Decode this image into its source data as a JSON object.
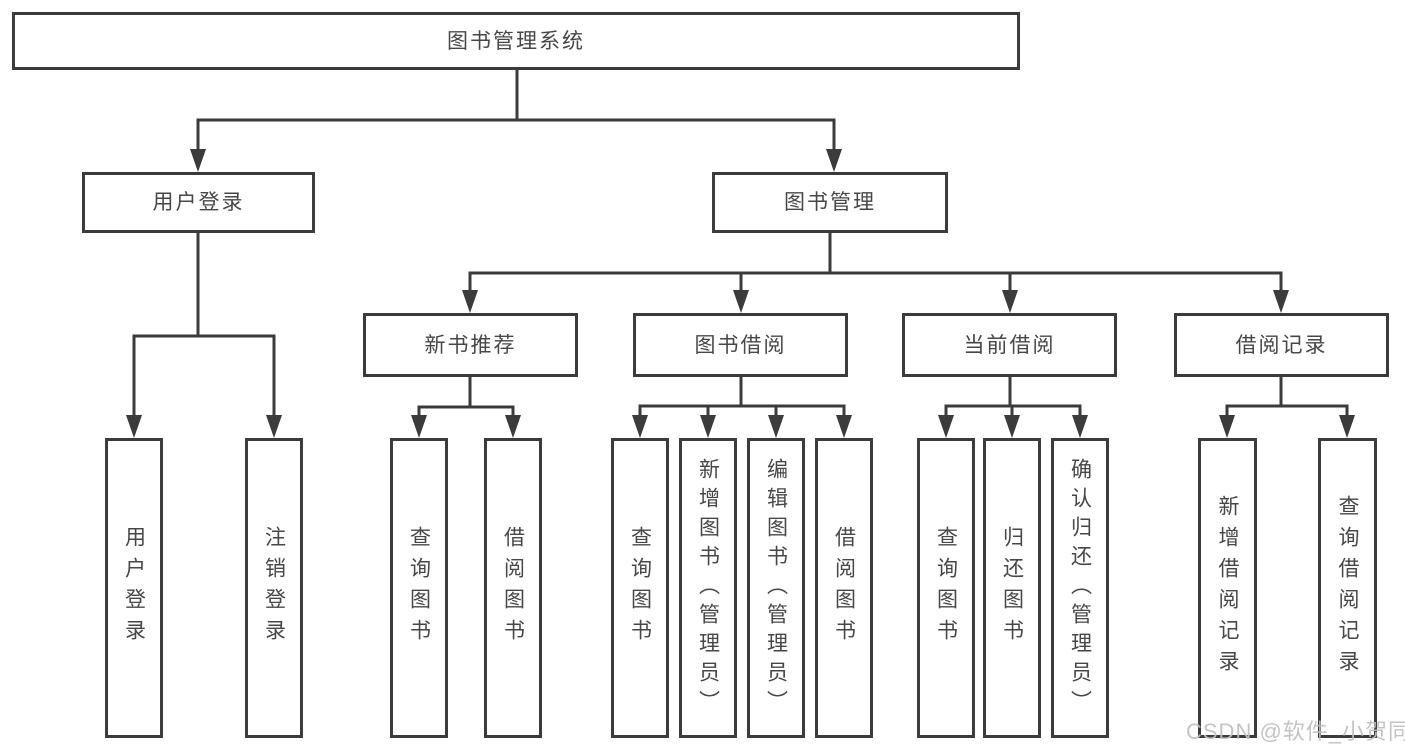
{
  "colors": {
    "line": "#3b3b3b",
    "box_border": "#3b3b3b",
    "text": "#474747",
    "watermark": "#bfbfbf",
    "background": "#ffffff"
  },
  "watermark": {
    "text": "CSDN @软件_小贺同学"
  },
  "tree": {
    "root": {
      "label": "图书管理系统",
      "children": [
        {
          "label": "用户登录",
          "children": [
            {
              "label": "用户登录"
            },
            {
              "label": "注销登录"
            }
          ]
        },
        {
          "label": "图书管理",
          "children": [
            {
              "label": "新书推荐",
              "children": [
                {
                  "label": "查询图书"
                },
                {
                  "label": "借阅图书"
                }
              ]
            },
            {
              "label": "图书借阅",
              "children": [
                {
                  "label": "查询图书"
                },
                {
                  "label": "新增图书（管理员）"
                },
                {
                  "label": "编辑图书（管理员）"
                },
                {
                  "label": "借阅图书"
                }
              ]
            },
            {
              "label": "当前借阅",
              "children": [
                {
                  "label": "查询图书"
                },
                {
                  "label": "归还图书"
                },
                {
                  "label": "确认归还（管理员）"
                }
              ]
            },
            {
              "label": "借阅记录",
              "children": [
                {
                  "label": "新增借阅记录"
                },
                {
                  "label": "查询借阅记录"
                }
              ]
            }
          ]
        }
      ]
    }
  }
}
